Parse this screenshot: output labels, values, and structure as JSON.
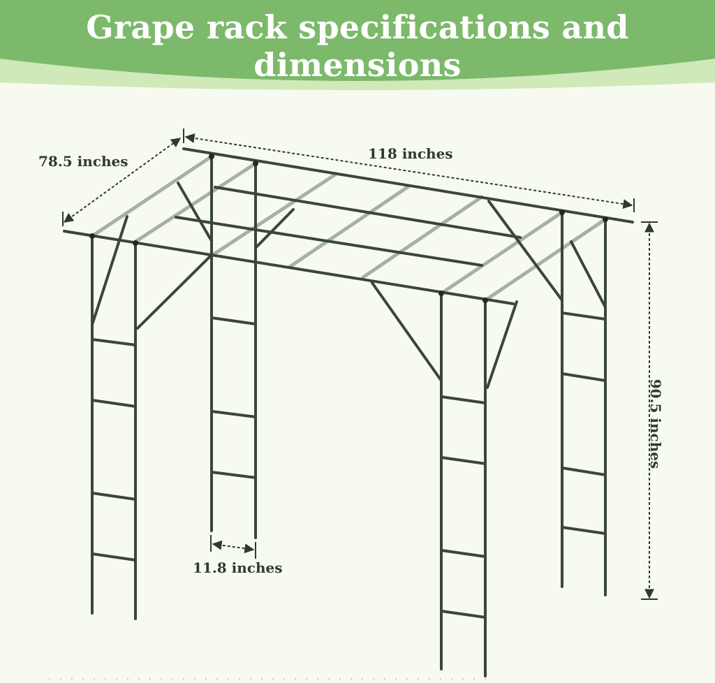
{
  "title": "Grape rack specifications and dimensions",
  "colors": {
    "banner": "#7cb96b",
    "banner_highlight": "#cfe9b8",
    "background": "#f7faef",
    "frame": "#39463d",
    "crossbar": "#a7afa6",
    "dimension": "#2f3a30"
  },
  "dimensions": {
    "depth": "78.5 inches",
    "length": "118 inches",
    "height": "90.5 inches",
    "ladder_width": "11.8 inches"
  }
}
